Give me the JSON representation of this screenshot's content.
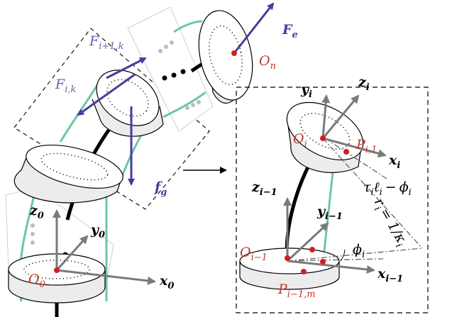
{
  "colors": {
    "force": "#4b3a9e",
    "point": "#d11f1f",
    "frame_arrow": "#7a7a7a",
    "tendon": "#6cc7a4",
    "backbone": "#000000",
    "red_label": "#c23a2a"
  },
  "global_labels": {
    "F_e": "F",
    "F_e_sub": "e",
    "F_ik": "F",
    "F_ik_sub": "i,k",
    "F_i1k": "F",
    "F_i1k_sub": "i+1,k",
    "f_g": "f",
    "f_g_sub": "g",
    "O_n": "O",
    "O_n_sub": "n",
    "O_0": "O",
    "O_0_sub": "0",
    "x_0": "x",
    "x_0_sub": "0",
    "y_0": "y",
    "y_0_sub": "0",
    "z_0": "z",
    "z_0_sub": "0"
  },
  "detail_labels": {
    "y_i": "y",
    "y_i_sub": "i",
    "z_i": "z",
    "z_i_sub": "i",
    "x_i": "x",
    "x_i_sub": "i",
    "O_i": "O",
    "O_i_sub": "i",
    "P_i1": "P",
    "P_i1_sub": "i,1",
    "tau": "τ",
    "tau_sub": "i",
    "ell": "ℓ",
    "ell_sub": "i",
    "minus": "−",
    "phi": "ϕ",
    "phi_sub": "i",
    "r": "r",
    "r_sub": "i",
    "eq": "= 1/κ",
    "eq_sub": "i",
    "z_im1": "z",
    "z_im1_sub": "i−1",
    "y_im1": "y",
    "y_im1_sub": "i−1",
    "O_im1": "O",
    "O_im1_sub": "i−1",
    "phi2": "ϕ",
    "phi2_sub": "i",
    "x_im1": "x",
    "x_im1_sub": "i−1",
    "P_im1m": "P",
    "P_im1m_sub": "i−1,m"
  }
}
